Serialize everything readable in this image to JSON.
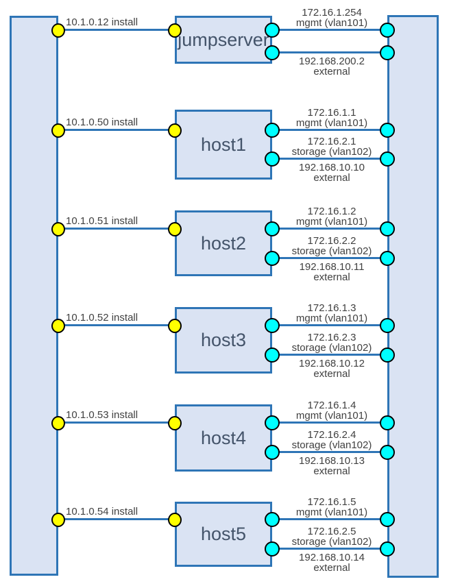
{
  "colors": {
    "link_blue": "#2E75B6",
    "node_fill": "#DAE3F3",
    "install_port_yellow": "#FFFF00",
    "network_port_cyan": "#00FFFF",
    "label_text": "#404040",
    "host_text": "#44546A"
  },
  "rows": [
    {
      "host": "jumpserver",
      "install": "10.1.0.12 install",
      "mgmt": {
        "ip": "172.16.1.254",
        "label": "mgmt (vlan101)"
      },
      "external": {
        "ip": "192.168.200.2",
        "label": "external"
      }
    },
    {
      "host": "host1",
      "install": "10.1.0.50 install",
      "mgmt": {
        "ip": "172.16.1.1",
        "label": "mgmt (vlan101)"
      },
      "storage": {
        "ip": "172.16.2.1",
        "label": "storage (vlan102)"
      },
      "external": {
        "ip": "192.168.10.10",
        "label": "external"
      }
    },
    {
      "host": "host2",
      "install": "10.1.0.51 install",
      "mgmt": {
        "ip": "172.16.1.2",
        "label": "mgmt (vlan101)"
      },
      "storage": {
        "ip": "172.16.2.2",
        "label": "storage (vlan102)"
      },
      "external": {
        "ip": "192.168.10.11",
        "label": "external"
      }
    },
    {
      "host": "host3",
      "install": "10.1.0.52 install",
      "mgmt": {
        "ip": "172.16.1.3",
        "label": "mgmt (vlan101)"
      },
      "storage": {
        "ip": "172.16.2.3",
        "label": "storage (vlan102)"
      },
      "external": {
        "ip": "192.168.10.12",
        "label": "external"
      }
    },
    {
      "host": "host4",
      "install": "10.1.0.53 install",
      "mgmt": {
        "ip": "172.16.1.4",
        "label": "mgmt (vlan101)"
      },
      "storage": {
        "ip": "172.16.2.4",
        "label": "storage (vlan102)"
      },
      "external": {
        "ip": "192.168.10.13",
        "label": "external"
      }
    },
    {
      "host": "host5",
      "install": "10.1.0.54 install",
      "mgmt": {
        "ip": "172.16.1.5",
        "label": "mgmt (vlan101)"
      },
      "storage": {
        "ip": "172.16.2.5",
        "label": "storage (vlan102)"
      },
      "external": {
        "ip": "192.168.10.14",
        "label": "external"
      }
    }
  ]
}
